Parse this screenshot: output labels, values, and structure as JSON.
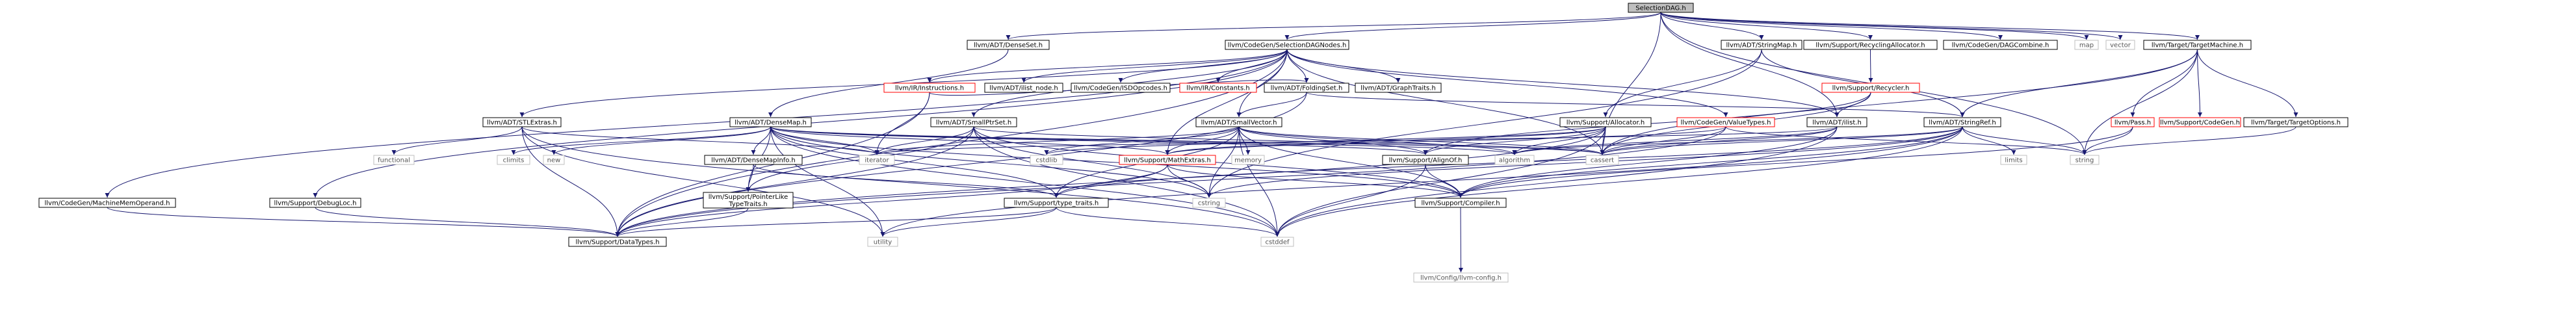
{
  "colors": {
    "root_fill": "#bfbfbf",
    "documented_border": "#000000",
    "undocumented_border": "#ff0000",
    "system_border": "#bfbfbf",
    "system_text": "#555555",
    "text": "#000000",
    "edge": "#191970"
  },
  "nodes": {
    "SelectionDAG.h": {
      "label": "SelectionDAG.h",
      "kind": "root"
    },
    "DenseSet.h": {
      "label": "llvm/ADT/DenseSet.h",
      "kind": "documented"
    },
    "SelectionDAGNodes.h": {
      "label": "llvm/CodeGen/SelectionDAGNodes.h",
      "kind": "documented"
    },
    "StringMap.h": {
      "label": "llvm/ADT/StringMap.h",
      "kind": "documented"
    },
    "RecyclingAllocator.h": {
      "label": "llvm/Support/RecyclingAllocator.h",
      "kind": "documented"
    },
    "DAGCombine.h": {
      "label": "llvm/CodeGen/DAGCombine.h",
      "kind": "documented"
    },
    "map": {
      "label": "map",
      "kind": "system"
    },
    "vector": {
      "label": "vector",
      "kind": "system"
    },
    "TargetMachine.h": {
      "label": "llvm/Target/TargetMachine.h",
      "kind": "documented"
    },
    "Recycler.h": {
      "label": "llvm/Support/Recycler.h",
      "kind": "undocumented"
    },
    "Instructions.h": {
      "label": "llvm/IR/Instructions.h",
      "kind": "undocumented"
    },
    "ilist_node.h": {
      "label": "llvm/ADT/ilist_node.h",
      "kind": "documented"
    },
    "ISDOpcodes.h": {
      "label": "llvm/CodeGen/ISDOpcodes.h",
      "kind": "documented"
    },
    "Constants.h": {
      "label": "llvm/IR/Constants.h",
      "kind": "undocumented"
    },
    "FoldingSet.h": {
      "label": "llvm/ADT/FoldingSet.h",
      "kind": "documented"
    },
    "GraphTraits.h": {
      "label": "llvm/ADT/GraphTraits.h",
      "kind": "documented"
    },
    "STLExtras.h": {
      "label": "llvm/ADT/STLExtras.h",
      "kind": "documented"
    },
    "DenseMap.h": {
      "label": "llvm/ADT/DenseMap.h",
      "kind": "documented"
    },
    "SmallPtrSet.h": {
      "label": "llvm/ADT/SmallPtrSet.h",
      "kind": "documented"
    },
    "SmallVector.h": {
      "label": "llvm/ADT/SmallVector.h",
      "kind": "documented"
    },
    "Allocator.h": {
      "label": "llvm/Support/Allocator.h",
      "kind": "documented"
    },
    "ValueTypes.h": {
      "label": "llvm/CodeGen/ValueTypes.h",
      "kind": "undocumented"
    },
    "ilist.h": {
      "label": "llvm/ADT/ilist.h",
      "kind": "documented"
    },
    "StringRef.h": {
      "label": "llvm/ADT/StringRef.h",
      "kind": "documented"
    },
    "Pass.h": {
      "label": "llvm/Pass.h",
      "kind": "undocumented"
    },
    "CodeGen.h": {
      "label": "llvm/Support/CodeGen.h",
      "kind": "undocumented"
    },
    "TargetOptions.h": {
      "label": "llvm/Target/TargetOptions.h",
      "kind": "documented"
    },
    "functional": {
      "label": "functional",
      "kind": "system"
    },
    "climits": {
      "label": "climits",
      "kind": "system"
    },
    "new": {
      "label": "new",
      "kind": "system"
    },
    "DenseMapInfo.h": {
      "label": "llvm/ADT/DenseMapInfo.h",
      "kind": "documented"
    },
    "iterator": {
      "label": "iterator",
      "kind": "system"
    },
    "cstdlib": {
      "label": "cstdlib",
      "kind": "system"
    },
    "MathExtras.h": {
      "label": "llvm/Support/MathExtras.h",
      "kind": "undocumented"
    },
    "memory": {
      "label": "memory",
      "kind": "system"
    },
    "AlignOf.h": {
      "label": "llvm/Support/AlignOf.h",
      "kind": "documented"
    },
    "algorithm": {
      "label": "algorithm",
      "kind": "system"
    },
    "cassert": {
      "label": "cassert",
      "kind": "system"
    },
    "limits": {
      "label": "limits",
      "kind": "system"
    },
    "string": {
      "label": "string",
      "kind": "system"
    },
    "MachineMemOperand.h": {
      "label": "llvm/CodeGen/MachineMemOperand.h",
      "kind": "documented"
    },
    "DebugLoc.h": {
      "label": "llvm/Support/DebugLoc.h",
      "kind": "documented"
    },
    "PointerLikeTypeTraits.h": {
      "label": "llvm/Support/PointerLike\nTypeTraits.h",
      "kind": "documented"
    },
    "type_traits.h": {
      "label": "llvm/Support/type_traits.h",
      "kind": "documented"
    },
    "cstring": {
      "label": "cstring",
      "kind": "system"
    },
    "Compiler.h": {
      "label": "llvm/Support/Compiler.h",
      "kind": "documented"
    },
    "DataTypes.h": {
      "label": "llvm/Support/DataTypes.h",
      "kind": "documented"
    },
    "utility": {
      "label": "utility",
      "kind": "system"
    },
    "cstddef": {
      "label": "cstddef",
      "kind": "system"
    },
    "llvm-config.h": {
      "label": "llvm/Config/llvm-config.h",
      "kind": "system"
    }
  },
  "edges": [
    [
      "SelectionDAG.h",
      "DenseSet.h"
    ],
    [
      "SelectionDAG.h",
      "SelectionDAGNodes.h"
    ],
    [
      "SelectionDAG.h",
      "StringMap.h"
    ],
    [
      "SelectionDAG.h",
      "RecyclingAllocator.h"
    ],
    [
      "SelectionDAG.h",
      "DAGCombine.h"
    ],
    [
      "SelectionDAG.h",
      "map"
    ],
    [
      "SelectionDAG.h",
      "vector"
    ],
    [
      "SelectionDAG.h",
      "TargetMachine.h"
    ],
    [
      "SelectionDAG.h",
      "ilist.h"
    ],
    [
      "SelectionDAG.h",
      "cassert"
    ],
    [
      "SelectionDAG.h",
      "string"
    ],
    [
      "DenseSet.h",
      "DenseMap.h"
    ],
    [
      "SelectionDAGNodes.h",
      "Instructions.h"
    ],
    [
      "SelectionDAGNodes.h",
      "ilist_node.h"
    ],
    [
      "SelectionDAGNodes.h",
      "ISDOpcodes.h"
    ],
    [
      "SelectionDAGNodes.h",
      "Constants.h"
    ],
    [
      "SelectionDAGNodes.h",
      "FoldingSet.h"
    ],
    [
      "SelectionDAGNodes.h",
      "GraphTraits.h"
    ],
    [
      "SelectionDAGNodes.h",
      "STLExtras.h"
    ],
    [
      "SelectionDAGNodes.h",
      "SmallPtrSet.h"
    ],
    [
      "SelectionDAGNodes.h",
      "SmallVector.h"
    ],
    [
      "SelectionDAGNodes.h",
      "ValueTypes.h"
    ],
    [
      "SelectionDAGNodes.h",
      "ilist.h"
    ],
    [
      "SelectionDAGNodes.h",
      "MathExtras.h"
    ],
    [
      "SelectionDAGNodes.h",
      "MachineMemOperand.h"
    ],
    [
      "SelectionDAGNodes.h",
      "DebugLoc.h"
    ],
    [
      "SelectionDAGNodes.h",
      "DataTypes.h"
    ],
    [
      "SelectionDAGNodes.h",
      "cassert"
    ],
    [
      "StringMap.h",
      "StringRef.h"
    ],
    [
      "StringMap.h",
      "Allocator.h"
    ],
    [
      "StringMap.h",
      "cstring"
    ],
    [
      "RecyclingAllocator.h",
      "Recycler.h"
    ],
    [
      "Recycler.h",
      "ilist.h"
    ],
    [
      "Recycler.h",
      "AlignOf.h"
    ],
    [
      "Recycler.h",
      "cassert"
    ],
    [
      "TargetMachine.h",
      "StringRef.h"
    ],
    [
      "TargetMachine.h",
      "Pass.h"
    ],
    [
      "TargetMachine.h",
      "CodeGen.h"
    ],
    [
      "TargetMachine.h",
      "TargetOptions.h"
    ],
    [
      "TargetMachine.h",
      "cassert"
    ],
    [
      "TargetMachine.h",
      "string"
    ],
    [
      "TargetOptions.h",
      "string"
    ],
    [
      "Pass.h",
      "string"
    ],
    [
      "Pass.h",
      "Compiler.h"
    ],
    [
      "Instructions.h",
      "FoldingSet.h"
    ],
    [
      "Instructions.h",
      "iterator"
    ],
    [
      "Instructions.h",
      "DataTypes.h"
    ],
    [
      "FoldingSet.h",
      "SmallVector.h"
    ],
    [
      "FoldingSet.h",
      "StringRef.h"
    ],
    [
      "FoldingSet.h",
      "DataTypes.h"
    ],
    [
      "STLExtras.h",
      "functional"
    ],
    [
      "STLExtras.h",
      "utility"
    ],
    [
      "STLExtras.h",
      "iterator"
    ],
    [
      "STLExtras.h",
      "cstddef"
    ],
    [
      "STLExtras.h",
      "DataTypes.h"
    ],
    [
      "DenseMap.h",
      "DenseMapInfo.h"
    ],
    [
      "DenseMap.h",
      "AlignOf.h"
    ],
    [
      "DenseMap.h",
      "Compiler.h"
    ],
    [
      "DenseMap.h",
      "MathExtras.h"
    ],
    [
      "DenseMap.h",
      "PointerLikeTypeTraits.h"
    ],
    [
      "DenseMap.h",
      "type_traits.h"
    ],
    [
      "DenseMap.h",
      "algorithm"
    ],
    [
      "DenseMap.h",
      "cassert"
    ],
    [
      "DenseMap.h",
      "climits"
    ],
    [
      "DenseMap.h",
      "cstddef"
    ],
    [
      "DenseMap.h",
      "cstring"
    ],
    [
      "DenseMap.h",
      "iterator"
    ],
    [
      "DenseMap.h",
      "new"
    ],
    [
      "DenseMap.h",
      "utility"
    ],
    [
      "DenseMapInfo.h",
      "PointerLikeTypeTraits.h"
    ],
    [
      "DenseMapInfo.h",
      "type_traits.h"
    ],
    [
      "SmallPtrSet.h",
      "DataTypes.h"
    ],
    [
      "SmallPtrSet.h",
      "PointerLikeTypeTraits.h"
    ],
    [
      "SmallPtrSet.h",
      "cassert"
    ],
    [
      "SmallPtrSet.h",
      "cstddef"
    ],
    [
      "SmallPtrSet.h",
      "cstring"
    ],
    [
      "SmallPtrSet.h",
      "iterator"
    ],
    [
      "SmallPtrSet.h",
      "Compiler.h"
    ],
    [
      "SmallVector.h",
      "AlignOf.h"
    ],
    [
      "SmallVector.h",
      "Compiler.h"
    ],
    [
      "SmallVector.h",
      "MathExtras.h"
    ],
    [
      "SmallVector.h",
      "type_traits.h"
    ],
    [
      "SmallVector.h",
      "algorithm"
    ],
    [
      "SmallVector.h",
      "cassert"
    ],
    [
      "SmallVector.h",
      "cstddef"
    ],
    [
      "SmallVector.h",
      "cstdlib"
    ],
    [
      "SmallVector.h",
      "cstring"
    ],
    [
      "SmallVector.h",
      "iterator"
    ],
    [
      "SmallVector.h",
      "memory"
    ],
    [
      "Allocator.h",
      "AlignOf.h"
    ],
    [
      "Allocator.h",
      "DataTypes.h"
    ],
    [
      "Allocator.h",
      "MathExtras.h"
    ],
    [
      "Allocator.h",
      "algorithm"
    ],
    [
      "Allocator.h",
      "cassert"
    ],
    [
      "Allocator.h",
      "cstddef"
    ],
    [
      "Allocator.h",
      "cstdlib"
    ],
    [
      "ValueTypes.h",
      "DataTypes.h"
    ],
    [
      "ValueTypes.h",
      "MathExtras.h"
    ],
    [
      "ValueTypes.h",
      "cassert"
    ],
    [
      "ValueTypes.h",
      "string"
    ],
    [
      "ilist.h",
      "algorithm"
    ],
    [
      "ilist.h",
      "cassert"
    ],
    [
      "ilist.h",
      "cstddef"
    ],
    [
      "ilist.h",
      "iterator"
    ],
    [
      "ilist.h",
      "Compiler.h"
    ],
    [
      "StringRef.h",
      "type_traits.h"
    ],
    [
      "StringRef.h",
      "algorithm"
    ],
    [
      "StringRef.h",
      "cassert"
    ],
    [
      "StringRef.h",
      "cstring"
    ],
    [
      "StringRef.h",
      "limits"
    ],
    [
      "StringRef.h",
      "string"
    ],
    [
      "StringRef.h",
      "utility"
    ],
    [
      "StringRef.h",
      "Compiler.h"
    ],
    [
      "StringRef.h",
      "cstddef"
    ],
    [
      "MathExtras.h",
      "Compiler.h"
    ],
    [
      "MathExtras.h",
      "type_traits.h"
    ],
    [
      "MathExtras.h",
      "DataTypes.h"
    ],
    [
      "MathExtras.h",
      "cstring"
    ],
    [
      "AlignOf.h",
      "Compiler.h"
    ],
    [
      "AlignOf.h",
      "cstddef"
    ],
    [
      "MachineMemOperand.h",
      "DataTypes.h"
    ],
    [
      "DebugLoc.h",
      "DataTypes.h"
    ],
    [
      "PointerLikeTypeTraits.h",
      "DataTypes.h"
    ],
    [
      "type_traits.h",
      "DataTypes.h"
    ],
    [
      "type_traits.h",
      "cstddef"
    ],
    [
      "type_traits.h",
      "utility"
    ],
    [
      "Compiler.h",
      "llvm-config.h"
    ]
  ]
}
